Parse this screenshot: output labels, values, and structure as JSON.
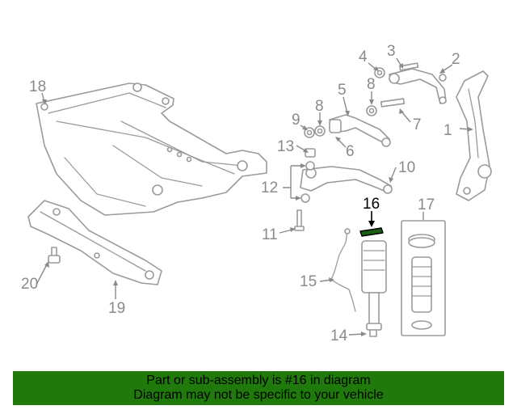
{
  "callouts": {
    "c1": "1",
    "c2": "2",
    "c3": "3",
    "c4": "4",
    "c5": "5",
    "c6": "6",
    "c7": "7",
    "c8a": "8",
    "c8b": "8",
    "c9": "9",
    "c10": "10",
    "c11": "11",
    "c12": "12",
    "c13": "13",
    "c14": "14",
    "c15": "15",
    "c16": "16",
    "c17": "17",
    "c18": "18",
    "c19": "19",
    "c20": "20"
  },
  "highlight_color": "#1a5e14",
  "banner": {
    "color": "#1f7a0b",
    "line1": "Part or sub-assembly is #16 in diagram",
    "line2": "Diagram may not be specific to your vehicle"
  }
}
